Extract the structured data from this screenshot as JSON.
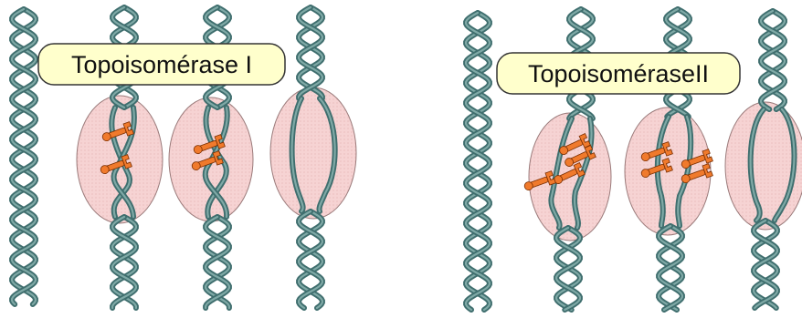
{
  "panels": [
    {
      "id": "topo1",
      "label": "Topoisomérase I",
      "colors": {
        "helix": "#3f6e6e",
        "helix_light": "#7fa9a6",
        "enzyme": "#f4c9c9",
        "tool": "#f07a2c",
        "label_bg": "#ffffcc"
      }
    },
    {
      "id": "topo2",
      "label": "TopoisoméraseII",
      "colors": {
        "helix": "#3f6e6e",
        "helix_light": "#7fa9a6",
        "enzyme": "#f4c9c9",
        "tool": "#f07a2c",
        "label_bg": "#ffffcc"
      }
    }
  ],
  "icons": [
    "dna-double-helix-icon",
    "enzyme-ellipse-icon",
    "wrench-icon"
  ]
}
